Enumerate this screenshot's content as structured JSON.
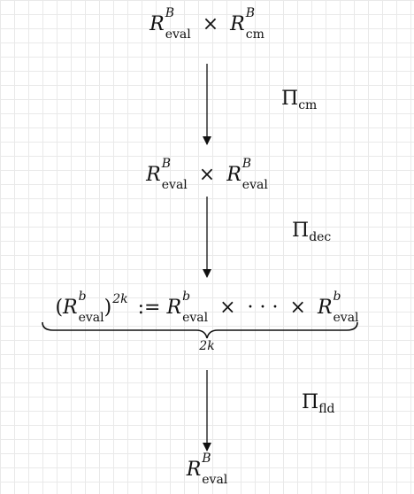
{
  "nodes": {
    "top": {
      "left": {
        "base": "R",
        "sup": "B",
        "sub": "eval"
      },
      "op": "×",
      "right": {
        "base": "R",
        "sup": "B",
        "sub": "cm"
      }
    },
    "second": {
      "left": {
        "base": "R",
        "sup": "B",
        "sub": "eval"
      },
      "op": "×",
      "right": {
        "base": "R",
        "sup": "B",
        "sub": "eval"
      }
    },
    "third": {
      "open_paren": "(",
      "paren_term": {
        "base": "R",
        "sup": "b",
        "sub": "eval"
      },
      "close_paren": ")",
      "power": "2k",
      "assign": ":=",
      "term1": {
        "base": "R",
        "sup": "b",
        "sub": "eval"
      },
      "times1": "×",
      "dots": "· · ·",
      "times2": "×",
      "term2": {
        "base": "R",
        "sup": "b",
        "sub": "eval"
      },
      "brace_label": "2k"
    },
    "bottom": {
      "base": "R",
      "sup": "B",
      "sub": "eval"
    }
  },
  "arrows": [
    {
      "label_main": "Π",
      "label_sub": "cm"
    },
    {
      "label_main": "Π",
      "label_sub": "dec"
    },
    {
      "label_main": "Π",
      "label_sub": "fld"
    }
  ],
  "colors": {
    "ink": "#111111",
    "grid": "#e9e9e9",
    "background": "#ffffff"
  }
}
